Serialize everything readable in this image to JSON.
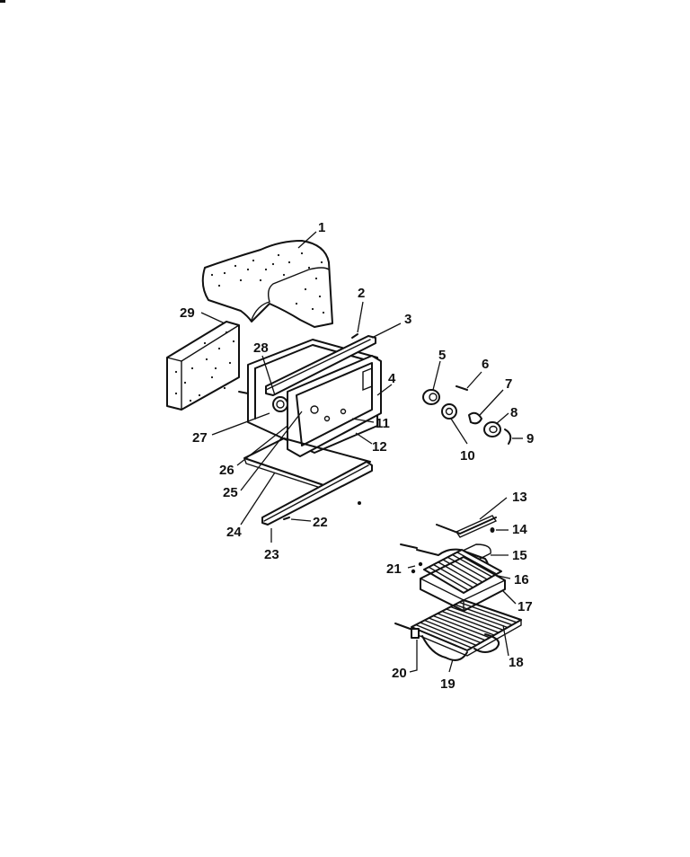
{
  "diagram": {
    "callouts": [
      "1",
      "2",
      "3",
      "4",
      "5",
      "6",
      "7",
      "8",
      "9",
      "10",
      "11",
      "12",
      "13",
      "14",
      "15",
      "16",
      "17",
      "18",
      "19",
      "20",
      "21",
      "22",
      "23",
      "24",
      "25",
      "26",
      "27",
      "28",
      "29"
    ]
  },
  "parts": [
    {
      "callout": "1",
      "icon": "insulation-wrap"
    },
    {
      "callout": "2",
      "icon": "screw"
    },
    {
      "callout": "3",
      "icon": "trim-rail"
    },
    {
      "callout": "4",
      "icon": "oven-liner-front"
    },
    {
      "callout": "5",
      "icon": "lamp-socket"
    },
    {
      "callout": "6",
      "icon": "screw"
    },
    {
      "callout": "7",
      "icon": "lamp-bulb"
    },
    {
      "callout": "8",
      "icon": "lamp-cover"
    },
    {
      "callout": "9",
      "icon": "retainer-wire"
    },
    {
      "callout": "10",
      "icon": "lamp-receptacle"
    },
    {
      "callout": "11",
      "icon": "fastener"
    },
    {
      "callout": "12",
      "icon": "fastener"
    },
    {
      "callout": "13",
      "icon": "thermostat-bulb"
    },
    {
      "callout": "14",
      "icon": "clip"
    },
    {
      "callout": "15",
      "icon": "broil-element"
    },
    {
      "callout": "16",
      "icon": "broiler-grid"
    },
    {
      "callout": "17",
      "icon": "broiler-pan"
    },
    {
      "callout": "18",
      "icon": "oven-rack"
    },
    {
      "callout": "19",
      "icon": "bake-element"
    },
    {
      "callout": "20",
      "icon": "element-bracket"
    },
    {
      "callout": "21",
      "icon": "screw"
    },
    {
      "callout": "22",
      "icon": "screw"
    },
    {
      "callout": "23",
      "icon": "bottom-trim"
    },
    {
      "callout": "24",
      "icon": "oven-bottom"
    },
    {
      "callout": "25",
      "icon": "support"
    },
    {
      "callout": "26",
      "icon": "support"
    },
    {
      "callout": "27",
      "icon": "oven-liner"
    },
    {
      "callout": "28",
      "icon": "vent-tube"
    },
    {
      "callout": "29",
      "icon": "insulation-pad"
    }
  ]
}
